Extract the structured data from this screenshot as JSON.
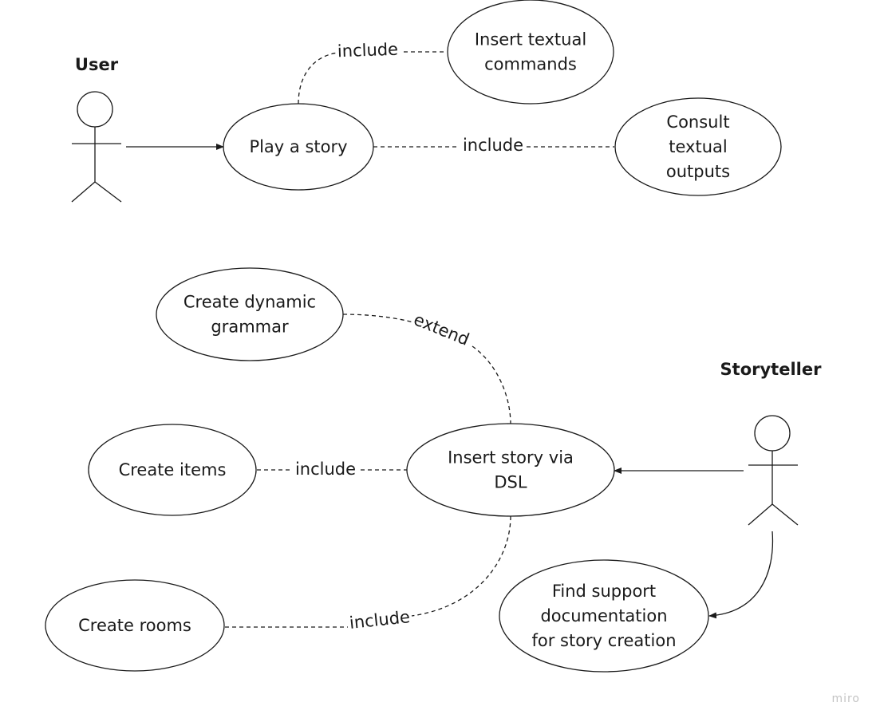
{
  "actors": {
    "user": {
      "label": "User"
    },
    "storyteller": {
      "label": "Storyteller"
    }
  },
  "use_cases": {
    "play_story": {
      "lines": [
        "Play a story"
      ]
    },
    "insert_commands": {
      "lines": [
        "Insert textual",
        "commands"
      ]
    },
    "consult_outputs": {
      "lines": [
        "Consult",
        "textual",
        "outputs"
      ]
    },
    "create_grammar": {
      "lines": [
        "Create dynamic",
        "grammar"
      ]
    },
    "insert_story": {
      "lines": [
        "Insert story via",
        "DSL"
      ]
    },
    "create_items": {
      "lines": [
        "Create items"
      ]
    },
    "create_rooms": {
      "lines": [
        "Create rooms"
      ]
    },
    "find_support": {
      "lines": [
        "Find support",
        "documentation",
        "for story creation"
      ]
    }
  },
  "relations": {
    "play_to_commands": "include",
    "play_to_outputs": "include",
    "grammar_extends_story": "extend",
    "story_to_items": "include",
    "story_to_rooms": "include"
  },
  "watermark": "miro"
}
